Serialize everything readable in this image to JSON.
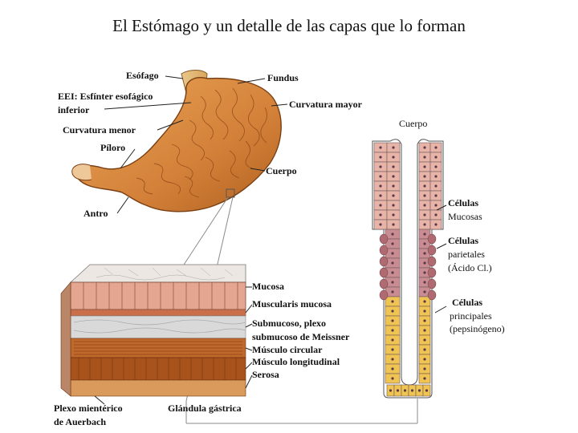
{
  "title": "El Estómago y un detalle de las capas que lo forman",
  "stomach_labels": {
    "esofago": "Esófago",
    "eei_1": "EEI: Esfínter esofágico",
    "eei_2": "inferior",
    "curvatura_menor": "Curvatura menor",
    "piloro": "Píloro",
    "antro": "Antro",
    "fundus": "Fundus",
    "curvatura_mayor": "Curvatura mayor",
    "cuerpo": "Cuerpo"
  },
  "layer_labels": {
    "mucosa": "Mucosa",
    "muscularis": "Muscularis mucosa",
    "submucoso_1": "Submucoso, plexo",
    "submucoso_2": "submucoso de Meissner",
    "musculo_circular": "Músculo circular",
    "musculo_longitudinal": "Músculo longitudinal",
    "serosa": "Serosa",
    "plexo_1": "Plexo mientérico",
    "plexo_2": "de Auerbach",
    "glandula": "Glándula gástrica"
  },
  "gland_labels": {
    "cuerpo": "Cuerpo",
    "celulas_mucosas_1": "Células",
    "celulas_mucosas_2": "Mucosas",
    "celulas_parietales_1": "Células",
    "celulas_parietales_2": "parietales",
    "celulas_parietales_3": "(Ácido Cl.)",
    "celulas_principales_1": "Células",
    "celulas_principales_2": "principales",
    "celulas_principales_3": "(pepsinógeno)"
  },
  "colors": {
    "stomach_fill": "#d98a3c",
    "stomach_dark": "#a95a1c",
    "mucosa_cells": "#e9b4a8",
    "parietal_cells": "#c98c92",
    "chief_cells": "#f0c452",
    "submucosa": "#d9d9d9",
    "muscle": "#b55a22"
  }
}
